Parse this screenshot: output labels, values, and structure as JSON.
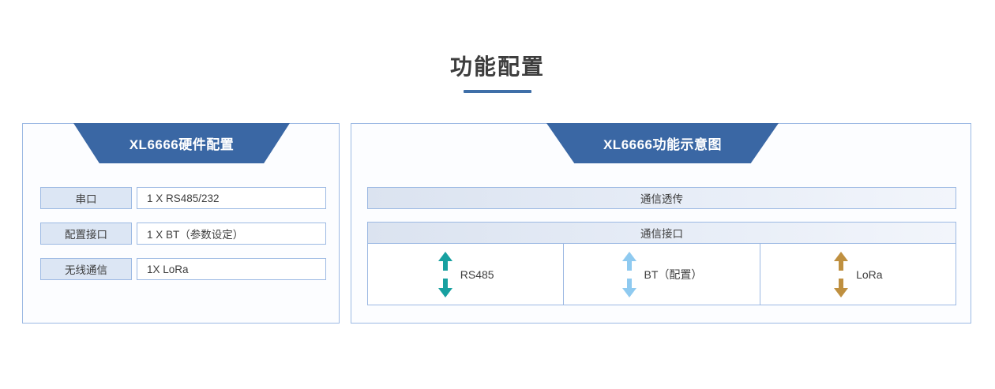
{
  "page": {
    "title": "功能配置",
    "accent_color": "#3f6fa8",
    "panel_border_color": "#9cb9e3",
    "banner_color": "#3a67a4",
    "label_fill_color": "#dce6f4"
  },
  "hardware_panel": {
    "banner_title": "XL6666硬件配置",
    "rows": [
      {
        "label": "串口",
        "value": "1 X RS485/232"
      },
      {
        "label": "配置接口",
        "value": "1 X BT（参数设定）"
      },
      {
        "label": "无线通信",
        "value": "1X LoRa"
      }
    ]
  },
  "function_panel": {
    "banner_title": "XL6666功能示意图",
    "band_transparent": "通信透传",
    "band_interface": "通信接口",
    "interfaces": [
      {
        "label": "RS485",
        "arrow_color": "#17a0a0",
        "icon": "double-arrow-vertical-icon"
      },
      {
        "label": "BT（配置）",
        "arrow_color": "#8fcaf0",
        "icon": "double-arrow-vertical-icon"
      },
      {
        "label": "LoRa",
        "arrow_color": "#bf9040",
        "icon": "double-arrow-vertical-icon"
      }
    ]
  }
}
